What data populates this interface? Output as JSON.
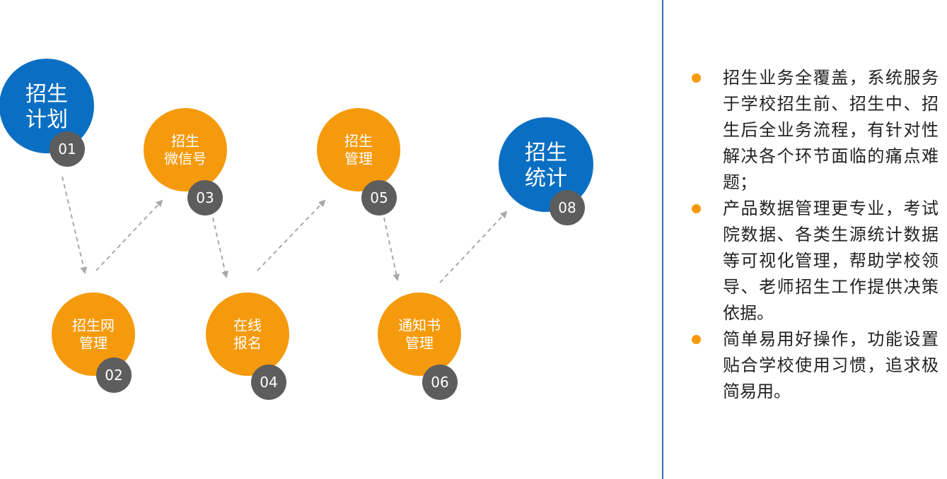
{
  "colors": {
    "blue": "#0a6fc2",
    "orange": "#f59a0c",
    "badge": "#5d5d5d",
    "arrow": "#a9a9a9",
    "divider": "#2e6fa3",
    "bullet": "#f59a0c"
  },
  "nodes": [
    {
      "id": "01",
      "lines": [
        "招生",
        "计划"
      ],
      "style": "blue",
      "badge": "01"
    },
    {
      "id": "02",
      "lines": [
        "招生网",
        "管理"
      ],
      "style": "orange",
      "badge": "02"
    },
    {
      "id": "03",
      "lines": [
        "招生",
        "微信号"
      ],
      "style": "orange",
      "badge": "03"
    },
    {
      "id": "04",
      "lines": [
        "在线",
        "报名"
      ],
      "style": "orange",
      "badge": "04"
    },
    {
      "id": "05",
      "lines": [
        "招生",
        "管理"
      ],
      "style": "orange",
      "badge": "05"
    },
    {
      "id": "06",
      "lines": [
        "通知书",
        "管理"
      ],
      "style": "orange",
      "badge": "06"
    },
    {
      "id": "08",
      "lines": [
        "招生",
        "统计"
      ],
      "style": "blue",
      "badge": "08"
    }
  ],
  "features": [
    {
      "text": "招生业务全覆盖，系统服务于学校招生前、招生中、招生后全业务流程，有针对性解决各个环节面临的痛点难题；"
    },
    {
      "text": "产品数据管理更专业，考试院数据、各类生源统计数据等可视化管理，帮助学校领导、老师招生工作提供决策依据。"
    },
    {
      "text": "简单易用好操作，功能设置贴合学校使用习惯，追求极简易用。"
    }
  ]
}
